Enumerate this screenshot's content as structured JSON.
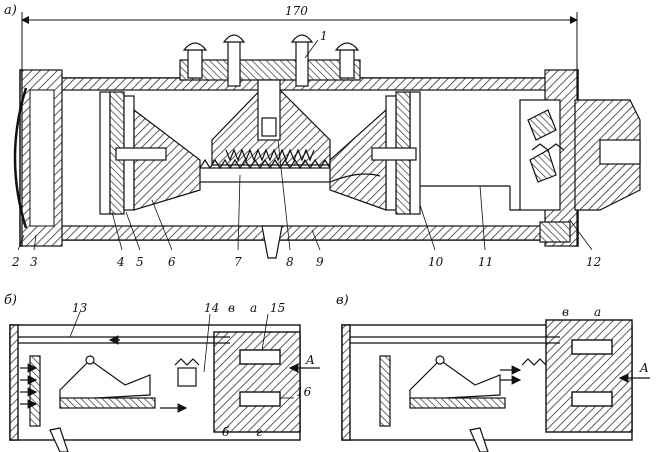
{
  "sections": {
    "a": "a)",
    "b": "б)",
    "v": "в)"
  },
  "dimension": "170",
  "parts": [
    "1",
    "2",
    "3",
    "4",
    "5",
    "6",
    "7",
    "8",
    "9",
    "10",
    "11",
    "12",
    "13",
    "14",
    "15",
    "16"
  ],
  "flow_letters": {
    "b": {
      "v": "в",
      "a": "а",
      "A": "A",
      "b": "б",
      "g": "г"
    },
    "v": {
      "v": "в",
      "a": "а",
      "A": "A"
    }
  },
  "colors": {
    "ink": "#111111",
    "hatch": "#555555",
    "paper": "#ffffff"
  }
}
